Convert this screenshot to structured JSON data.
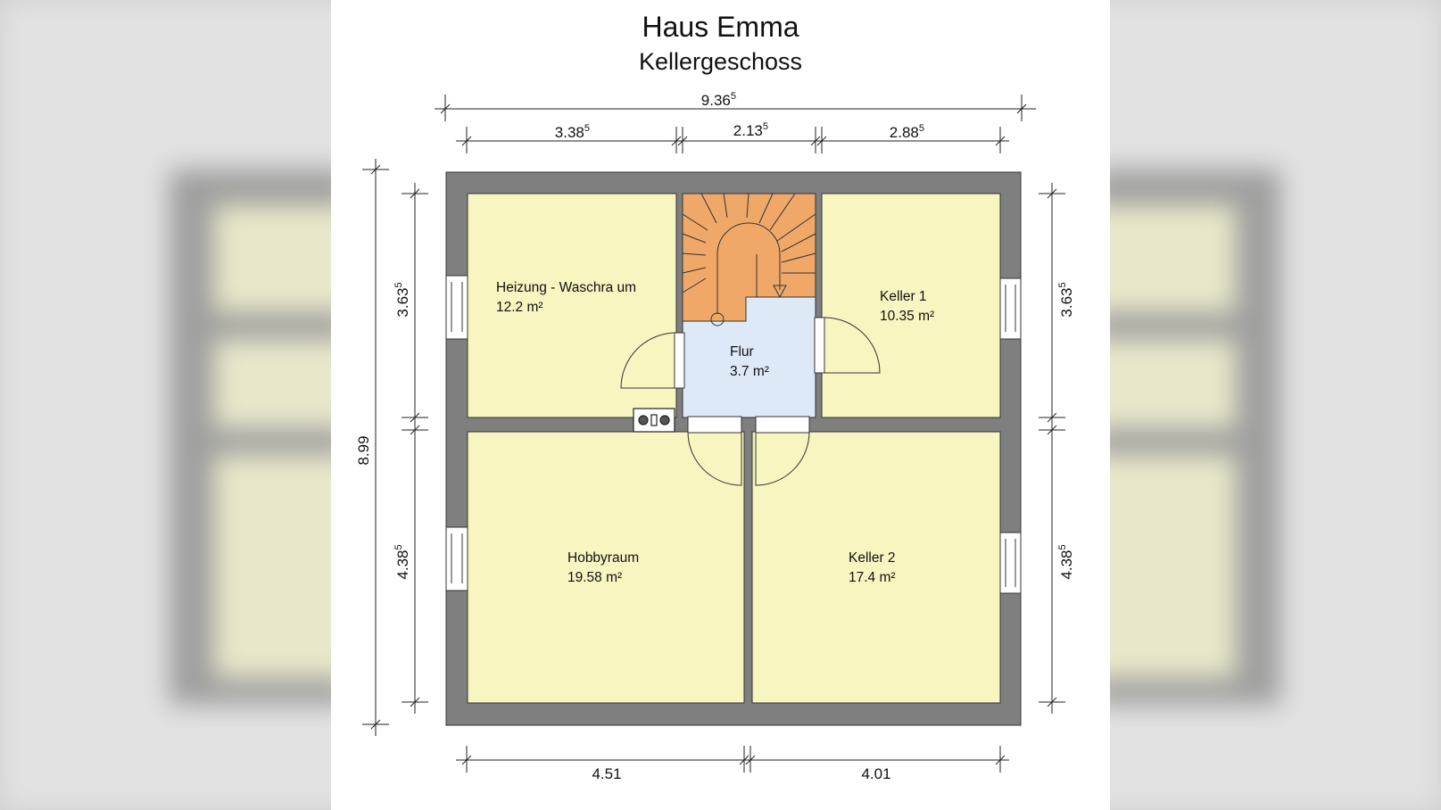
{
  "header": {
    "title": "Haus Emma",
    "subtitle": "Kellergeschoss"
  },
  "dimensions": {
    "total_width": {
      "main": "9.36",
      "sup": "5"
    },
    "top_segments": [
      {
        "main": "3.38",
        "sup": "5"
      },
      {
        "main": "2.13",
        "sup": "5"
      },
      {
        "main": "2.88",
        "sup": "5"
      }
    ],
    "bottom_segments": [
      {
        "main": "4.51"
      },
      {
        "main": "4.01"
      }
    ],
    "total_height": {
      "main": "8.99"
    },
    "left_segments": [
      {
        "main": "3.63",
        "sup": "5"
      },
      {
        "main": "4.38",
        "sup": "5"
      }
    ],
    "right_segments": [
      {
        "main": "3.63",
        "sup": "5"
      },
      {
        "main": "4.38",
        "sup": "5"
      }
    ]
  },
  "rooms": [
    {
      "name": "Heizung - Waschra um",
      "area": "12.2 m²"
    },
    {
      "name": "Flur",
      "area": "3.7 m²"
    },
    {
      "name": "Keller 1",
      "area": "10.35 m²"
    },
    {
      "name": "Hobbyraum",
      "area": "19.58 m²"
    },
    {
      "name": "Keller 2",
      "area": "17.4 m²"
    }
  ],
  "colors": {
    "wall": "#7f7f7f",
    "room_fill": "#f7f5c0",
    "hall_fill": "#dde9f7",
    "stair_fill": "#f0a868"
  }
}
